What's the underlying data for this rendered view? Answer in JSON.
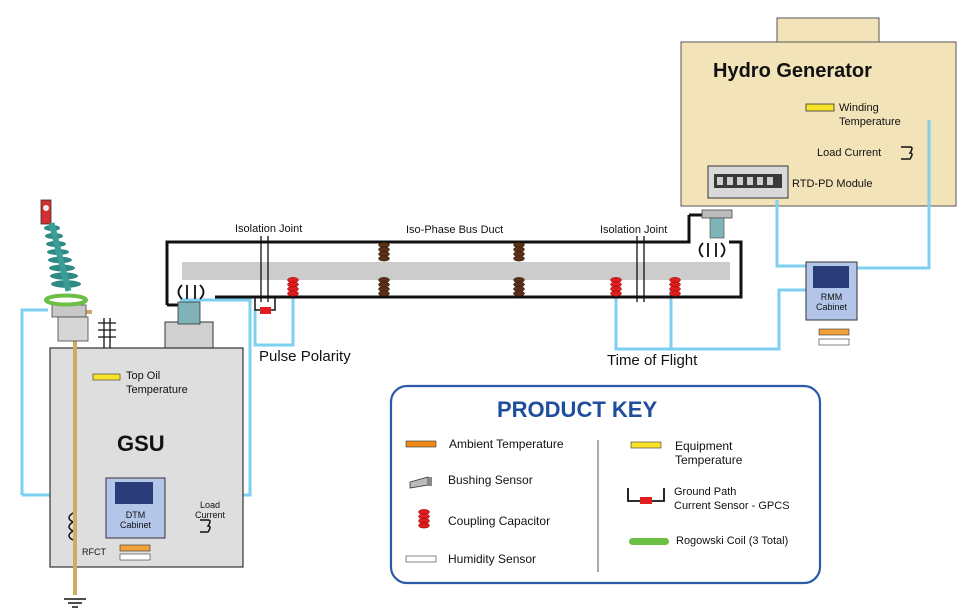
{
  "generator": {
    "title": "Hydro Generator",
    "winding_label": "Winding\nTemperature",
    "load_current_label": "Load Current",
    "rtd_label": "RTD-PD Module"
  },
  "duct": {
    "isolation_joint_left": "Isolation Joint",
    "isophase_label": "Iso-Phase Bus Duct",
    "isolation_joint_right": "Isolation Joint"
  },
  "measurements": {
    "pulse_polarity": "Pulse Polarity",
    "time_of_flight": "Time of Flight"
  },
  "rmm": {
    "label": "RMM\nCabinet"
  },
  "gsu": {
    "title": "GSU",
    "top_oil_label": "Top Oil\nTemperature",
    "dtm_label": "DTM\nCabinet",
    "load_current_label": "Load\nCurrent",
    "rfct_label": "RFCT"
  },
  "key": {
    "title": "PRODUCT KEY",
    "items_left": [
      "Ambient Temperature",
      "Bushing Sensor",
      "Coupling Capacitor",
      "Humidity Sensor"
    ],
    "items_right": [
      "Equipment\nTemperature",
      "Ground Path\nCurrent Sensor - GPCS",
      "Rogowski Coil (3 Total)"
    ]
  },
  "colors": {
    "generator_fill": "#f3e3b8",
    "cyan_cable": "#7dd0f0",
    "key_border": "#2a5aa8",
    "coupling_red": "#e01e1e",
    "ambient_orange": "#ee8a1a",
    "equipment_yellow": "#f7e22a",
    "rogowski_green": "#6cbf45",
    "duct_gray": "#cccccc",
    "ground_tan": "#d4a868"
  },
  "icons": [
    "coupling-capacitor-icon",
    "bushing-sensor-icon",
    "gpcs-icon",
    "rogowski-coil-icon",
    "rfct-coil-icon",
    "ground-icon",
    "rtd-module-icon"
  ]
}
